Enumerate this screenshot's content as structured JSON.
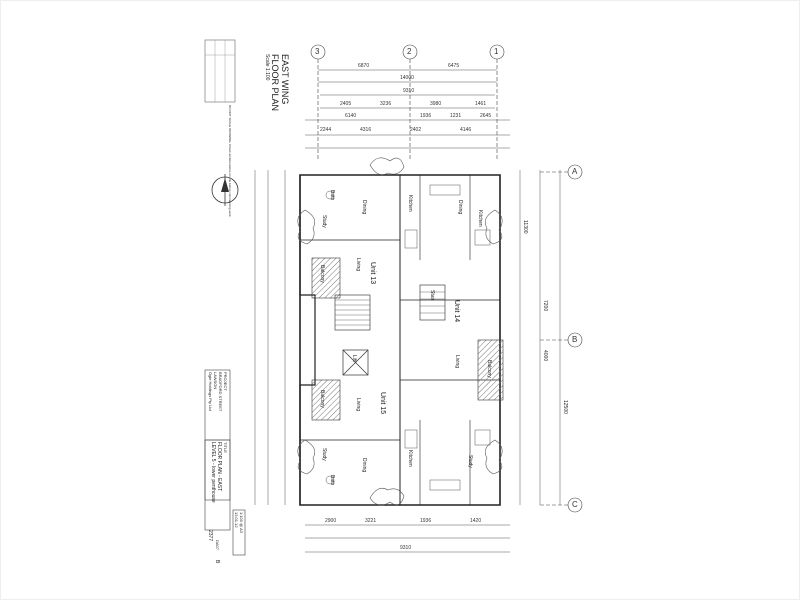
{
  "title": {
    "line1": "EAST WING",
    "line2": "FLOOR PLAN",
    "scale": "Scale 1:100"
  },
  "grid": {
    "top": [
      "3",
      "2",
      "1"
    ],
    "right": [
      "A",
      "B",
      "C"
    ]
  },
  "units": [
    "Unit 13",
    "Unit 14",
    "Unit 15"
  ],
  "rooms": {
    "dining": "Dining",
    "living": "Living",
    "study": "Study",
    "kitchen": "Kitchen",
    "bath": "Bath",
    "balcony": "Balcony",
    "stair": "Stair",
    "lift": "Lift"
  },
  "dimensions": {
    "top_row1": [
      "6870",
      "6475"
    ],
    "top_row2": "14000",
    "top_row3": "9310",
    "top_row4": [
      "2405",
      "3236",
      "3980",
      "1461"
    ],
    "top_row5": [
      "6140",
      "1936",
      "1231",
      "2645"
    ],
    "top_row6": [
      "2244",
      "4316",
      "2402",
      "4146"
    ],
    "right_col": [
      "11300",
      "7200",
      "4000",
      "12500"
    ],
    "bottom_row": [
      "2900",
      "3221",
      "1936",
      "1420",
      "9310"
    ]
  },
  "title_block": {
    "project_label": "PROJECT",
    "project": "BRADFORD STREET",
    "project2": "LAWSON",
    "client": "Ogie Holdings Pty Ltd",
    "drawing_label": "TITLE",
    "drawing_title": "FLOOR PLAN - EAST",
    "drawing_title2": "LEVEL 5 - lower penthouse",
    "scale": "1:100 @ A3",
    "date": "13.01.12",
    "sheet": "DA07",
    "revision": "B",
    "job": "2377"
  },
  "notes": "DO NOT SCALE DRAWING. Check all dimensions on site before commencing work."
}
